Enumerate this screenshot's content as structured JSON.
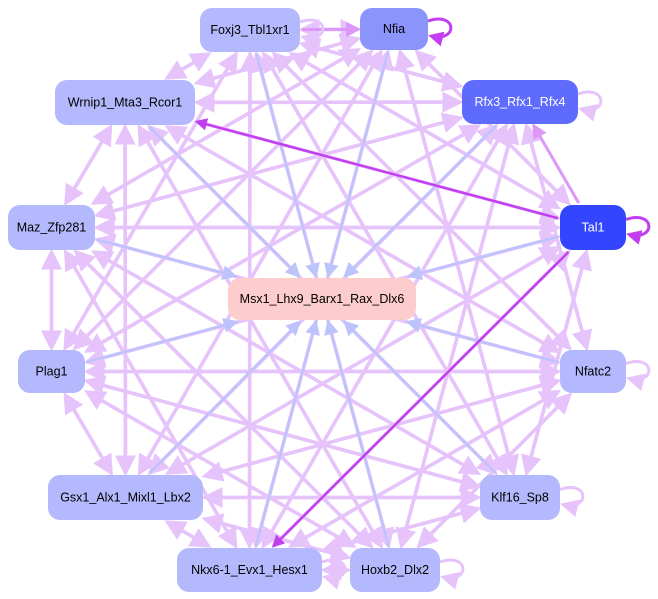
{
  "nodes": [
    {
      "id": "Foxj3_Tbl1xr1",
      "label": "Foxj3_Tbl1xr1",
      "fill": "#b3b9fc",
      "text": "#000000"
    },
    {
      "id": "Nfia",
      "label": "Nfia",
      "fill": "#8a94fb",
      "text": "#000000"
    },
    {
      "id": "Wrnip1_Mta3_Rcor1",
      "label": "Wrnip1_Mta3_Rcor1",
      "fill": "#b3b9fc",
      "text": "#000000"
    },
    {
      "id": "Rfx3_Rfx1_Rfx4",
      "label": "Rfx3_Rfx1_Rfx4",
      "fill": "#5f6bfd",
      "text": "#ffffff"
    },
    {
      "id": "Maz_Zfp281",
      "label": "Maz_Zfp281",
      "fill": "#b3b9fc",
      "text": "#000000"
    },
    {
      "id": "Tal1",
      "label": "Tal1",
      "fill": "#3346fe",
      "text": "#ffffff"
    },
    {
      "id": "Msx1_Lhx9_Barx1_Rax_Dlx6",
      "label": "Msx1_Lhx9_Barx1_Rax_Dlx6",
      "fill": "#fdcccc",
      "text": "#000000"
    },
    {
      "id": "Plag1",
      "label": "Plag1",
      "fill": "#b3b9fc",
      "text": "#000000"
    },
    {
      "id": "Nfatc2",
      "label": "Nfatc2",
      "fill": "#b3b9fc",
      "text": "#000000"
    },
    {
      "id": "Gsx1_Alx1_Mixl1_Lbx2",
      "label": "Gsx1_Alx1_Mixl1_Lbx2",
      "fill": "#b3b9fc",
      "text": "#000000"
    },
    {
      "id": "Klf16_Sp8",
      "label": "Klf16_Sp8",
      "fill": "#b3b9fc",
      "text": "#000000"
    },
    {
      "id": "Nkx6-1_Evx1_Hesx1",
      "label": "Nkx6-1_Evx1_Hesx1",
      "fill": "#b3b9fc",
      "text": "#000000"
    },
    {
      "id": "Hoxb2_Dlx2",
      "label": "Hoxb2_Dlx2",
      "fill": "#b3b9fc",
      "text": "#000000"
    }
  ],
  "edge_colors": {
    "pink": "#e6c3fb",
    "blue": "#bcc4fb",
    "purple": "#c13ff0",
    "midpurple": "#dc97f8"
  },
  "self_loops": [
    "Nfia",
    "Rfx3_Rfx1_Rfx4",
    "Tal1",
    "Nfatc2",
    "Klf16_Sp8",
    "Hoxb2_Dlx2",
    "Nkx6-1_Evx1_Hesx1",
    "Foxj3_Tbl1xr1"
  ],
  "purple_edges": [
    [
      "Tal1",
      "Wrnip1_Mta3_Rcor1"
    ],
    [
      "Tal1",
      "Nkx6-1_Evx1_Hesx1"
    ]
  ],
  "midpurple_edges": [
    [
      "Tal1",
      "Rfx3_Rfx1_Rfx4"
    ],
    [
      "Foxj3_Tbl1xr1",
      "Nfia"
    ]
  ],
  "blue_target": "Msx1_Lhx9_Barx1_Rax_Dlx6"
}
